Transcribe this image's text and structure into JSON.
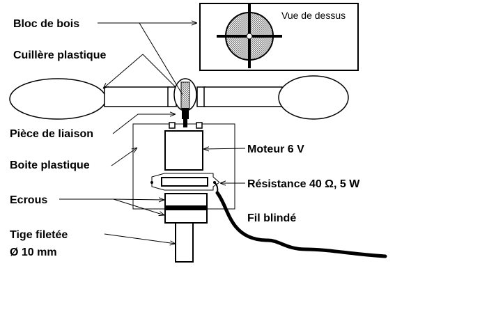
{
  "labels": {
    "bloc_de_bois": "Bloc de bois",
    "cuillere": "Cuillère plastique",
    "piece_liaison": "Pièce de liaison",
    "boite": "Boite plastique",
    "ecrous": "Ecrous",
    "tige_line1": "Tige filetée",
    "tige_line2": "Ø 10 mm",
    "moteur": "Moteur 6 V",
    "resistance": "Résistance 40 Ω, 5 W",
    "fil": "Fil blindé",
    "vue_dessus": "Vue de dessus"
  },
  "colors": {
    "ink": "#000000",
    "hatch": "#9a9a9a",
    "background": "#ffffff"
  }
}
